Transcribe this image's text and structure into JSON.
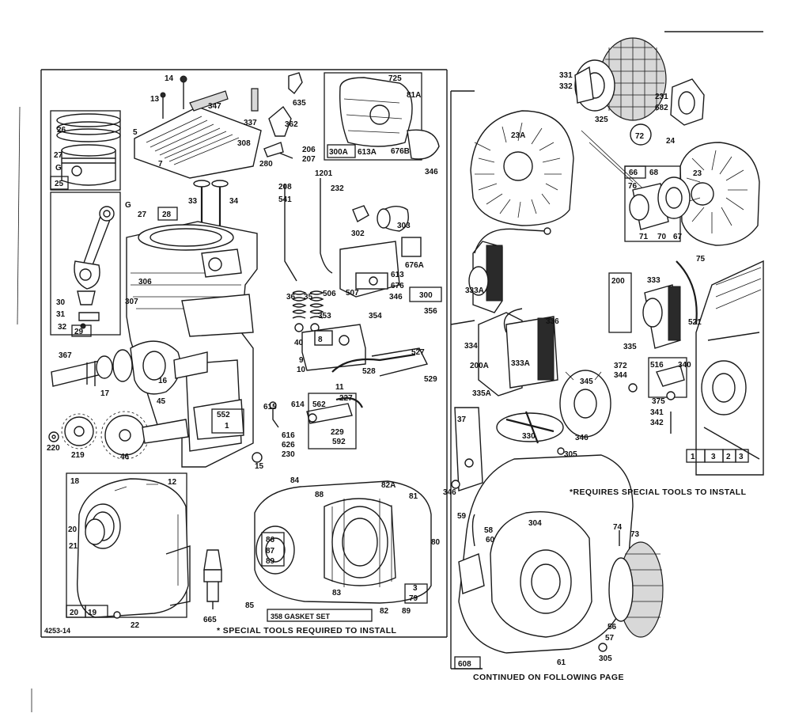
{
  "figure_code": "4253-14",
  "notes": {
    "special_left": "* SPECIAL TOOLS REQUIRED TO INSTALL",
    "special_right": "*REQUIRES SPECIAL TOOLS TO INSTALL",
    "continued": "CONTINUED ON FOLLOWING PAGE",
    "gasket_set": "358 GASKET SET"
  },
  "parts": [
    {
      "id": "p14",
      "t": "14"
    },
    {
      "id": "p13",
      "t": "13"
    },
    {
      "id": "p347",
      "t": "347"
    },
    {
      "id": "p337",
      "t": "337"
    },
    {
      "id": "p635",
      "t": "635"
    },
    {
      "id": "p362",
      "t": "362"
    },
    {
      "id": "p725",
      "t": "725"
    },
    {
      "id": "p81A",
      "t": "81A"
    },
    {
      "id": "p26",
      "t": "26"
    },
    {
      "id": "p27",
      "t": "27"
    },
    {
      "id": "pG",
      "t": "G"
    },
    {
      "id": "p25",
      "t": "25"
    },
    {
      "id": "p5",
      "t": "5"
    },
    {
      "id": "p7",
      "t": "7"
    },
    {
      "id": "p308",
      "t": "308"
    },
    {
      "id": "p206",
      "t": "206"
    },
    {
      "id": "p207",
      "t": "207"
    },
    {
      "id": "p280",
      "t": "280"
    },
    {
      "id": "p300A",
      "t": "300A"
    },
    {
      "id": "p613A",
      "t": "613A"
    },
    {
      "id": "p676B",
      "t": "676B"
    },
    {
      "id": "p346a",
      "t": "346"
    },
    {
      "id": "p1201",
      "t": "1201"
    },
    {
      "id": "p208",
      "t": "208"
    },
    {
      "id": "p232",
      "t": "232"
    },
    {
      "id": "p541",
      "t": "541"
    },
    {
      "id": "pG2",
      "t": "G"
    },
    {
      "id": "p27b",
      "t": "27"
    },
    {
      "id": "p28",
      "t": "28"
    },
    {
      "id": "p33",
      "t": "33"
    },
    {
      "id": "p34",
      "t": "34"
    },
    {
      "id": "p302",
      "t": "302"
    },
    {
      "id": "p303",
      "t": "303"
    },
    {
      "id": "p676A",
      "t": "676A"
    },
    {
      "id": "p613",
      "t": "613"
    },
    {
      "id": "p676",
      "t": "676"
    },
    {
      "id": "p346b",
      "t": "346"
    },
    {
      "id": "p300",
      "t": "300"
    },
    {
      "id": "p29",
      "t": "29"
    },
    {
      "id": "p306",
      "t": "306"
    },
    {
      "id": "p307",
      "t": "307"
    },
    {
      "id": "p30",
      "t": "30"
    },
    {
      "id": "p31",
      "t": "31"
    },
    {
      "id": "p32",
      "t": "32"
    },
    {
      "id": "p36",
      "t": "36"
    },
    {
      "id": "p35",
      "t": "35"
    },
    {
      "id": "p506",
      "t": "506"
    },
    {
      "id": "p507",
      "t": "507"
    },
    {
      "id": "p353",
      "t": "353"
    },
    {
      "id": "p354",
      "t": "354"
    },
    {
      "id": "p356",
      "t": "356"
    },
    {
      "id": "p40",
      "t": "40"
    },
    {
      "id": "p8",
      "t": "8"
    },
    {
      "id": "p9",
      "t": "9"
    },
    {
      "id": "p10",
      "t": "10"
    },
    {
      "id": "p11",
      "t": "11"
    },
    {
      "id": "p527",
      "t": "527"
    },
    {
      "id": "p528",
      "t": "528"
    },
    {
      "id": "p529",
      "t": "529"
    },
    {
      "id": "p367",
      "t": "367"
    },
    {
      "id": "p16",
      "t": "16"
    },
    {
      "id": "p17",
      "t": "17"
    },
    {
      "id": "p45",
      "t": "45"
    },
    {
      "id": "p552",
      "t": "552"
    },
    {
      "id": "p1a",
      "t": "1"
    },
    {
      "id": "p615",
      "t": "615"
    },
    {
      "id": "p614",
      "t": "614"
    },
    {
      "id": "p562",
      "t": "562"
    },
    {
      "id": "p227",
      "t": "227"
    },
    {
      "id": "p229",
      "t": "229"
    },
    {
      "id": "p592",
      "t": "592"
    },
    {
      "id": "p616",
      "t": "616"
    },
    {
      "id": "p626",
      "t": "626"
    },
    {
      "id": "p230",
      "t": "230"
    },
    {
      "id": "p220",
      "t": "220"
    },
    {
      "id": "p219",
      "t": "219"
    },
    {
      "id": "p46",
      "t": "46"
    },
    {
      "id": "p15",
      "t": "15"
    },
    {
      "id": "p18",
      "t": "18"
    },
    {
      "id": "p12",
      "t": "12"
    },
    {
      "id": "p20a",
      "t": "20"
    },
    {
      "id": "p21",
      "t": "21"
    },
    {
      "id": "p20b",
      "t": "20"
    },
    {
      "id": "p19",
      "t": "19"
    },
    {
      "id": "p22",
      "t": "22"
    },
    {
      "id": "p665",
      "t": "665"
    },
    {
      "id": "p84",
      "t": "84"
    },
    {
      "id": "p88",
      "t": "88"
    },
    {
      "id": "p82A",
      "t": "82A"
    },
    {
      "id": "p81",
      "t": "81"
    },
    {
      "id": "p86",
      "t": "86"
    },
    {
      "id": "p87",
      "t": "87"
    },
    {
      "id": "p89a",
      "t": "89"
    },
    {
      "id": "p80",
      "t": "80"
    },
    {
      "id": "p83",
      "t": "83"
    },
    {
      "id": "p3a",
      "t": "3"
    },
    {
      "id": "p79",
      "t": "79"
    },
    {
      "id": "p85",
      "t": "85"
    },
    {
      "id": "p82",
      "t": "82"
    },
    {
      "id": "p89b",
      "t": "89"
    },
    {
      "id": "p331",
      "t": "331"
    },
    {
      "id": "p332",
      "t": "332"
    },
    {
      "id": "p325",
      "t": "325"
    },
    {
      "id": "p231",
      "t": "231"
    },
    {
      "id": "p682",
      "t": "682"
    },
    {
      "id": "p72",
      "t": "72"
    },
    {
      "id": "p24",
      "t": "24"
    },
    {
      "id": "p23A",
      "t": "23A"
    },
    {
      "id": "p66",
      "t": "66"
    },
    {
      "id": "p68",
      "t": "68"
    },
    {
      "id": "p23",
      "t": "23"
    },
    {
      "id": "p76",
      "t": "76"
    },
    {
      "id": "p71",
      "t": "71"
    },
    {
      "id": "p70",
      "t": "70"
    },
    {
      "id": "p67",
      "t": "67"
    },
    {
      "id": "p75",
      "t": "75"
    },
    {
      "id": "p333A",
      "t": "333A"
    },
    {
      "id": "p200",
      "t": "200"
    },
    {
      "id": "p333",
      "t": "333"
    },
    {
      "id": "p521",
      "t": "521"
    },
    {
      "id": "p336",
      "t": "336"
    },
    {
      "id": "p334",
      "t": "334"
    },
    {
      "id": "p200A",
      "t": "200A"
    },
    {
      "id": "p333Ab",
      "t": "333A"
    },
    {
      "id": "p335",
      "t": "335"
    },
    {
      "id": "p372",
      "t": "372"
    },
    {
      "id": "p344",
      "t": "344"
    },
    {
      "id": "p516",
      "t": "516"
    },
    {
      "id": "p340",
      "t": "340"
    },
    {
      "id": "p375",
      "t": "375"
    },
    {
      "id": "p341",
      "t": "341"
    },
    {
      "id": "p342",
      "t": "342"
    },
    {
      "id": "p345",
      "t": "345"
    },
    {
      "id": "p335A",
      "t": "335A"
    },
    {
      "id": "p346c",
      "t": "346"
    },
    {
      "id": "p37",
      "t": "37"
    },
    {
      "id": "p330",
      "t": "330"
    },
    {
      "id": "p305a",
      "t": "305"
    },
    {
      "id": "p1b",
      "t": "1"
    },
    {
      "id": "p3b",
      "t": "3"
    },
    {
      "id": "p2",
      "t": "2"
    },
    {
      "id": "p3c",
      "t": "3"
    },
    {
      "id": "p346d",
      "t": "346"
    },
    {
      "id": "p59",
      "t": "59"
    },
    {
      "id": "p58",
      "t": "58"
    },
    {
      "id": "p60",
      "t": "60"
    },
    {
      "id": "p304",
      "t": "304"
    },
    {
      "id": "p74",
      "t": "74"
    },
    {
      "id": "p73",
      "t": "73"
    },
    {
      "id": "p56",
      "t": "56"
    },
    {
      "id": "p57",
      "t": "57"
    },
    {
      "id": "p61",
      "t": "61"
    },
    {
      "id": "p305b",
      "t": "305"
    },
    {
      "id": "p608",
      "t": "608"
    }
  ]
}
